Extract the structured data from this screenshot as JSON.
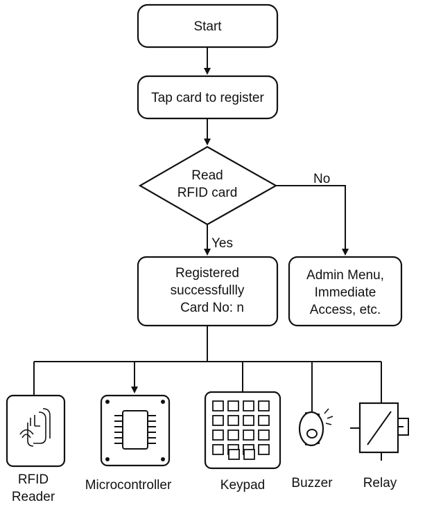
{
  "flow": {
    "start": "Start",
    "tap": "Tap card to register",
    "decision": [
      "Read",
      "RFID card"
    ],
    "edge_yes": "Yes",
    "edge_no": "No",
    "registered": [
      "Registered",
      "successfullly",
      "Card No: n"
    ],
    "admin": [
      "Admin Menu,",
      "Immediate",
      "Access, etc."
    ]
  },
  "components": {
    "rfid_reader": [
      "RFID",
      "Reader"
    ],
    "microcontroller": "Microcontroller",
    "keypad": "Keypad",
    "buzzer": "Buzzer",
    "relay": "Relay"
  },
  "colors": {
    "stroke": "#111111",
    "background": "#ffffff"
  }
}
